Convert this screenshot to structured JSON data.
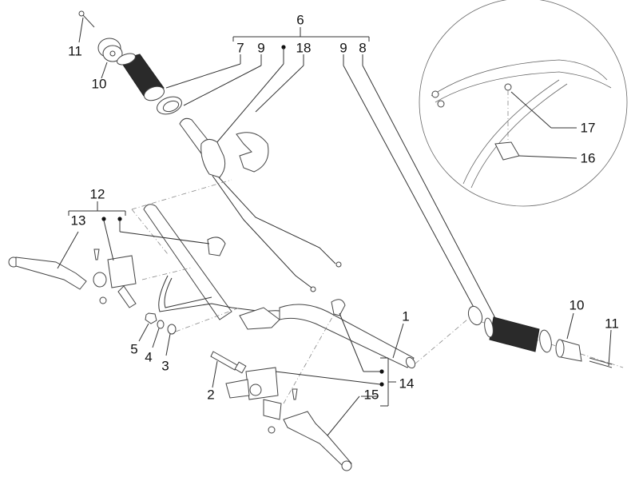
{
  "diagram": {
    "title": "Handlebar assembly exploded view",
    "callouts": [
      {
        "id": "1",
        "part": "handlebar-tube"
      },
      {
        "id": "2",
        "part": "bolt"
      },
      {
        "id": "3",
        "part": "washer"
      },
      {
        "id": "4",
        "part": "washer"
      },
      {
        "id": "5",
        "part": "nut"
      },
      {
        "id": "6",
        "part": "throttle-control-kit"
      },
      {
        "id": "7",
        "part": "left-grip"
      },
      {
        "id": "8",
        "part": "right-grip"
      },
      {
        "id": "9",
        "part": "grip-ring"
      },
      {
        "id": "10",
        "part": "bar-end-weight"
      },
      {
        "id": "11",
        "part": "bar-end-screw"
      },
      {
        "id": "12",
        "part": "left-brake-master-cylinder-kit"
      },
      {
        "id": "13",
        "part": "left-brake-lever"
      },
      {
        "id": "14",
        "part": "right-brake-master-cylinder-kit"
      },
      {
        "id": "15",
        "part": "right-brake-lever"
      },
      {
        "id": "16",
        "part": "cable-clamp"
      },
      {
        "id": "17",
        "part": "clamp-screw"
      },
      {
        "id": "18",
        "part": "throttle-housing-cover"
      }
    ],
    "labels": {
      "kit6": "6",
      "kit6_items": [
        "7",
        "9",
        "18",
        "9",
        "8"
      ],
      "grip_left_end_10": "10",
      "grip_left_screw_11": "11",
      "grip_right_end_10": "10",
      "grip_right_screw_11": "11",
      "kit12": "12",
      "kit12_item13": "13",
      "kit14": "14",
      "kit14_item15": "15",
      "detail_17": "17",
      "detail_16": "16",
      "bar_1": "1",
      "bolt_2": "2",
      "washer_3": "3",
      "washer_4": "4",
      "nut_5": "5"
    },
    "colors": {
      "line": "#333333",
      "grip": "#2a2a2a",
      "background": "#ffffff"
    }
  }
}
